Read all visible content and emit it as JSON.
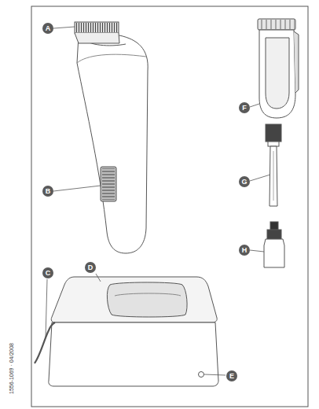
{
  "diagram": {
    "labels": [
      "A",
      "B",
      "C",
      "D",
      "E",
      "F",
      "G",
      "H",
      "1556-1069 · 04/2008"
    ]
  }
}
